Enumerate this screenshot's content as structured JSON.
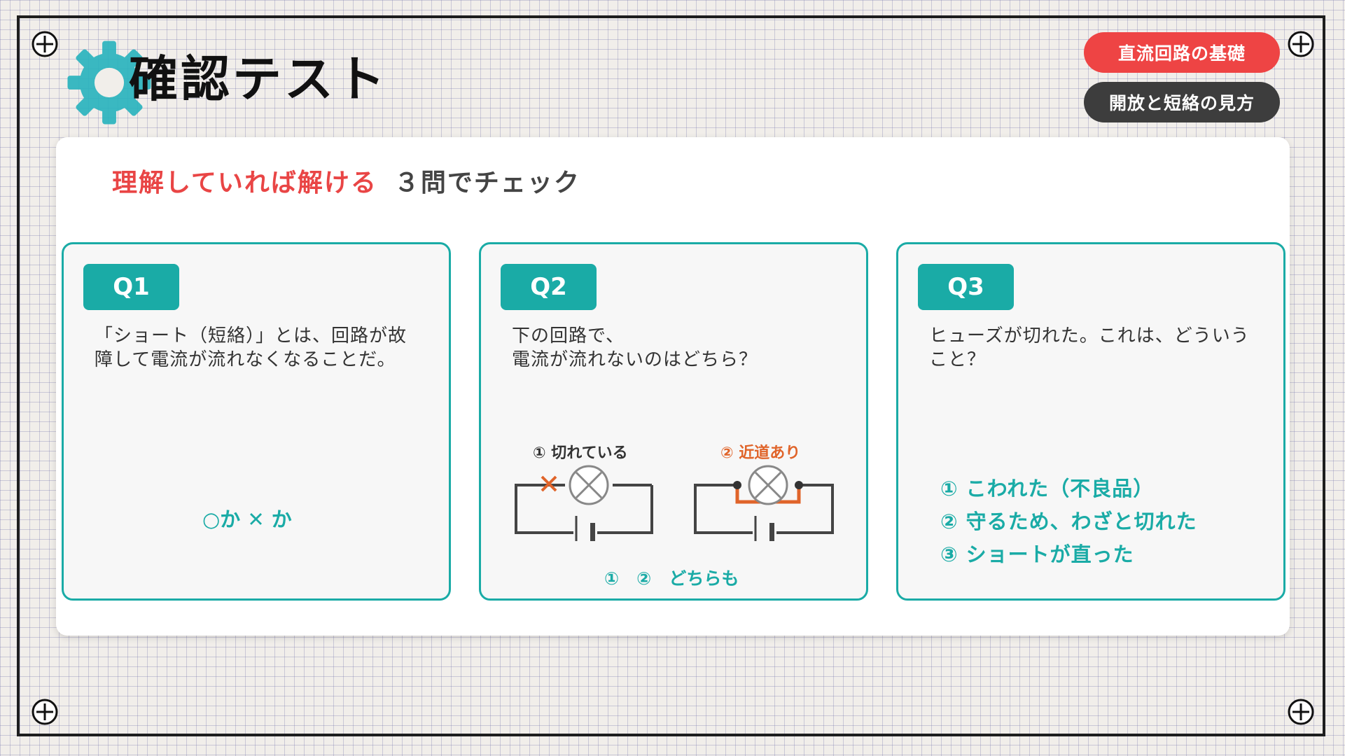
{
  "header": {
    "title": "確認テスト",
    "tag_primary": "直流回路の基礎",
    "tag_secondary": "開放と短絡の見方"
  },
  "panel": {
    "subtitle_highlight": "理解していれば解ける",
    "subtitle_rest": "３問でチェック"
  },
  "questions": [
    {
      "badge": "Q1",
      "text_line1": "「ショート（短絡）」とは、回路が故",
      "text_line2": "障して電流が流れなくなることだ。",
      "answer": "○か ✕ か"
    },
    {
      "badge": "Q2",
      "text_line1": "下の回路で、",
      "text_line2": "電流が流れないのはどちら？",
      "diagram_label_1": "① 切れている",
      "diagram_label_2": "② 近道あり",
      "answer": "①　②　どちらも"
    },
    {
      "badge": "Q3",
      "text_line1": "ヒューズが切れた。これは、どういう",
      "text_line2": "こと？",
      "options": [
        "① こわれた（不良品）",
        "② 守るため、わざと切れた",
        "③ ショートが直った"
      ]
    }
  ],
  "colors": {
    "accent": "#1aaba6",
    "highlight": "#e94545",
    "short_path": "#e0642a",
    "dark": "#3d3d3d"
  },
  "icons": [
    "crosshair-icon",
    "gear-icon",
    "broken-x-icon",
    "lamp-icon",
    "battery-icon"
  ]
}
